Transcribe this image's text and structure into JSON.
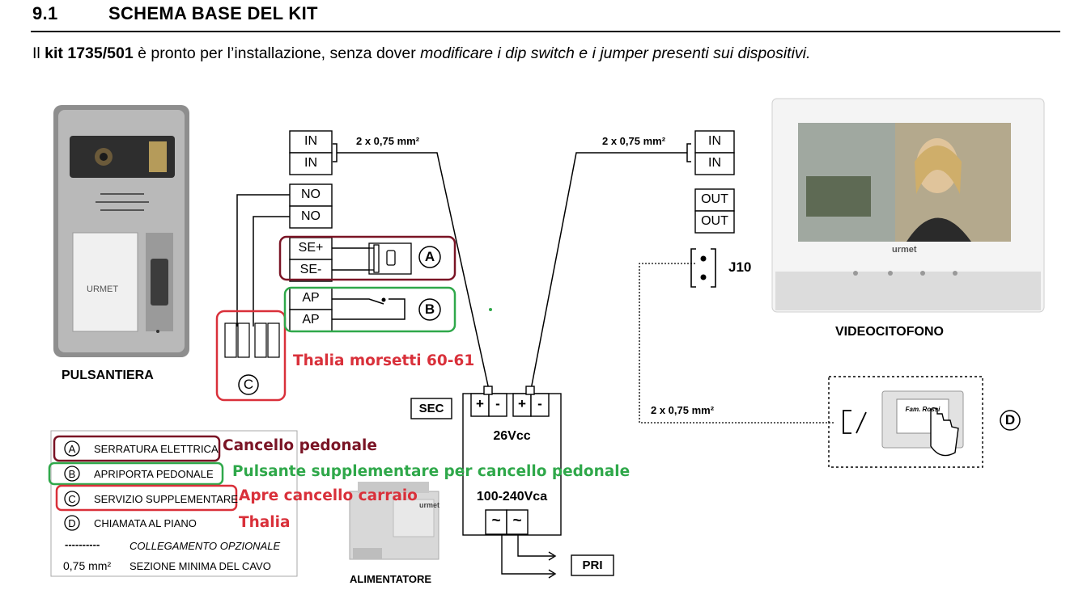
{
  "section": {
    "number": "9.1",
    "title": "SCHEMA BASE DEL KIT"
  },
  "intro": {
    "prefix": "Il ",
    "kit": "kit 1735/501",
    "middle": " è pronto per l’installazione, senza dover ",
    "italic": "modificare i dip switch e i jumper presenti sui dispositivi."
  },
  "devices": {
    "pulsantiera": "PULSANTIERA",
    "pulsantiera_brand": "URMET",
    "videocitofono": "VIDEOCITOFONO",
    "videocitofono_brand": "urmet",
    "alimentatore": "ALIMENTATORE",
    "alimentatore_brand": "urmet"
  },
  "terminals_left": [
    "IN",
    "IN",
    "NO",
    "NO",
    "SE+",
    "SE-",
    "AP",
    "AP"
  ],
  "terminals_right": [
    "IN",
    "IN",
    "OUT",
    "OUT"
  ],
  "cable_labels": {
    "left": "2 x 0,75 mm²",
    "right": "2 x 0,75 mm²",
    "bottom": "2 x 0,75 mm²"
  },
  "jumper": "J10",
  "psu": {
    "sec": "SEC",
    "pri": "PRI",
    "plus": "+",
    "minus": "-",
    "dc": "26Vcc",
    "ac": "100-240Vca",
    "tilde": "~"
  },
  "markers": {
    "a": "A",
    "b": "B",
    "c": "C",
    "d": "D"
  },
  "button_label": "Fam. Rossi",
  "annotations": {
    "thalia_morsetti": "Thalia morsetti 60-61",
    "cancello_pedonale": "Cancello pedonale",
    "pulsante_supplementare": "Pulsante supplementare per cancello pedonale",
    "apre_cancello": "Apre cancello carraio",
    "thalia": "Thalia"
  },
  "legend": [
    {
      "key": "A",
      "text": "SERRATURA ELETTRICA"
    },
    {
      "key": "B",
      "text": "APRIPORTA PEDONALE"
    },
    {
      "key": "C",
      "text": "SERVIZIO SUPPLEMENTARE"
    },
    {
      "key": "D",
      "text": "CHIAMATA AL PIANO"
    }
  ],
  "legend_extra": {
    "dashes": "----------",
    "optional": "COLLEGAMENTO OPZIONALE",
    "section_value": "0,75 mm²",
    "section_text": "SEZIONE MINIMA DEL CAVO"
  },
  "colors": {
    "annotation_maroon": "#7a1425",
    "annotation_green": "#2fa84a",
    "annotation_red": "#d9303a"
  }
}
